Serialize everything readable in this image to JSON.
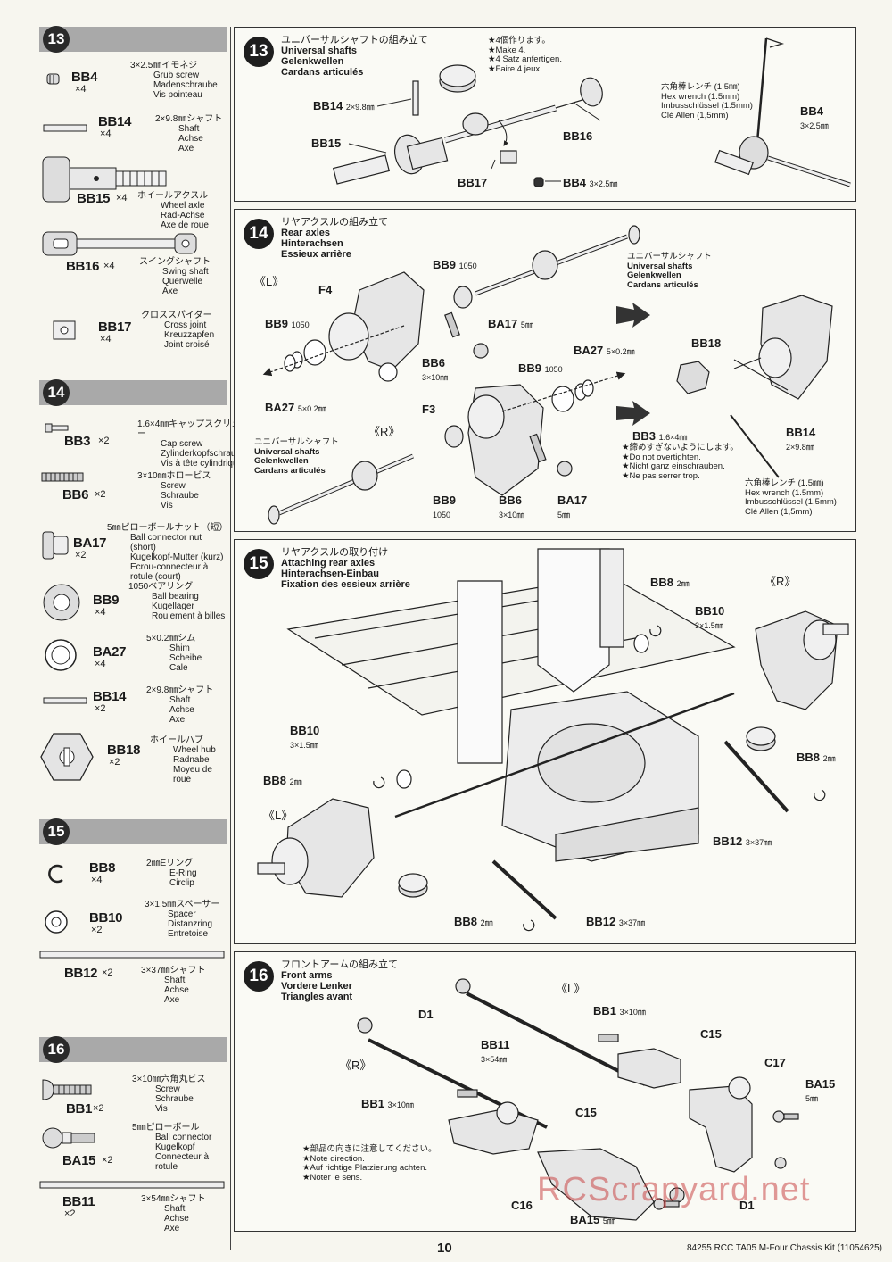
{
  "left_column": {
    "step13": {
      "number": "13",
      "parts": [
        {
          "code": "BB4",
          "qty": "×4",
          "jp": "3×2.5㎜イモネジ",
          "names": [
            "Grub screw",
            "Madenschraube",
            "Vis pointeau"
          ]
        },
        {
          "code": "BB14",
          "qty": "×4",
          "jp": "2×9.8㎜シャフト",
          "names": [
            "Shaft",
            "Achse",
            "Axe"
          ]
        },
        {
          "code": "BB15",
          "qty": "×4",
          "jp": "ホイールアクスル",
          "names": [
            "Wheel axle",
            "Rad-Achse",
            "Axe de roue"
          ]
        },
        {
          "code": "BB16",
          "qty": "×4",
          "jp": "スイングシャフト",
          "names": [
            "Swing shaft",
            "Querwelle",
            "Axe"
          ]
        },
        {
          "code": "BB17",
          "qty": "×4",
          "jp": "クロススパイダー",
          "names": [
            "Cross joint",
            "Kreuzzapfen",
            "Joint croisé"
          ]
        }
      ]
    },
    "step14": {
      "number": "14",
      "parts": [
        {
          "code": "BB3",
          "qty": "×2",
          "jp": "1.6×4㎜キャップスクリュー",
          "names": [
            "Cap screw",
            "Zylinderkopfschraube",
            "Vis à tête cylindrique"
          ]
        },
        {
          "code": "BB6",
          "qty": "×2",
          "jp": "3×10㎜ホロービス",
          "names": [
            "Screw",
            "Schraube",
            "Vis"
          ]
        },
        {
          "code": "BA17",
          "qty": "×2",
          "jp": "5㎜ピローボールナット（短）",
          "names": [
            "Ball connector nut (short)",
            "Kugelkopf-Mutter (kurz)",
            "Ecrou-connecteur à",
            "rotule (court)"
          ]
        },
        {
          "code": "BB9",
          "qty": "×4",
          "jp": "1050ベアリング",
          "names": [
            "Ball bearing",
            "Kugellager",
            "Roulement à billes"
          ]
        },
        {
          "code": "BA27",
          "qty": "×4",
          "jp": "5×0.2㎜シム",
          "names": [
            "Shim",
            "Scheibe",
            "Cale"
          ]
        },
        {
          "code": "BB14",
          "qty": "×2",
          "jp": "2×9.8㎜シャフト",
          "names": [
            "Shaft",
            "Achse",
            "Axe"
          ]
        },
        {
          "code": "BB18",
          "qty": "×2",
          "jp": "ホイールハブ",
          "names": [
            "Wheel hub",
            "Radnabe",
            "Moyeu de roue"
          ]
        }
      ]
    },
    "step15": {
      "number": "15",
      "parts": [
        {
          "code": "BB8",
          "qty": "×4",
          "jp": "2㎜Eリング",
          "names": [
            "E-Ring",
            "Circlip"
          ]
        },
        {
          "code": "BB10",
          "qty": "×2",
          "jp": "3×1.5㎜スペーサー",
          "names": [
            "Spacer",
            "Distanzring",
            "Entretoise"
          ]
        },
        {
          "code": "BB12",
          "qty": "×2",
          "jp": "3×37㎜シャフト",
          "names": [
            "Shaft",
            "Achse",
            "Axe"
          ]
        }
      ]
    },
    "step16": {
      "number": "16",
      "parts": [
        {
          "code": "BB1",
          "qty": "×2",
          "jp": "3×10㎜六角丸ビス",
          "names": [
            "Screw",
            "Schraube",
            "Vis"
          ]
        },
        {
          "code": "BA15",
          "qty": "×2",
          "jp": "5㎜ピローボール",
          "names": [
            "Ball connector",
            "Kugelkopf",
            "Connecteur à rotule"
          ]
        },
        {
          "code": "BB11",
          "qty": "×2",
          "jp": "3×54㎜シャフト",
          "names": [
            "Shaft",
            "Achse",
            "Axe"
          ]
        }
      ]
    }
  },
  "box13": {
    "number": "13",
    "title_jp": "ユニバーサルシャフトの組み立て",
    "title_lines": [
      "Universal shafts",
      "Gelenkwellen",
      "Cardans articulés"
    ],
    "make_note": [
      "★4個作ります。",
      "★Make 4.",
      "★4 Satz anfertigen.",
      "★Faire 4 jeux."
    ],
    "wrench_note": [
      "六角棒レンチ (1.5㎜)",
      "Hex wrench (1.5mm)",
      "Imbusschlüssel (1.5mm)",
      "Clé Allen (1,5mm)"
    ],
    "labels": {
      "bb14": "BB14",
      "bb14_size": "2×9.8㎜",
      "bb15": "BB15",
      "bb16": "BB16",
      "bb17": "BB17",
      "bb4": "BB4",
      "bb4_size": "3×2.5㎜",
      "bb4b": "BB4",
      "bb4b_size": "3×2.5㎜"
    }
  },
  "box14": {
    "number": "14",
    "title_jp": "リヤアクスルの組み立て",
    "title_lines": [
      "Rear axles",
      "Hinterachsen",
      "Essieux arrière"
    ],
    "left_mark": "《L》",
    "right_mark": "《R》",
    "us_jp": "ユニバーサルシャフト",
    "us_lines": [
      "Universal shafts",
      "Gelenkwellen",
      "Cardans articulés"
    ],
    "labels": {
      "bb9a": "BB9",
      "bb9a_size": "1050",
      "f4": "F4",
      "bb9b": "BB9",
      "bb9b_size": "1050",
      "ba17a": "BA17",
      "ba17a_size": "5㎜",
      "bb6a": "BB6",
      "bb6a_size": "3×10㎜",
      "ba27a": "BA27",
      "ba27a_size": "5×0.2㎜",
      "bb9c": "BB9",
      "bb9c_size": "1050",
      "ba27b": "BA27",
      "ba27b_size": "5×0.2㎜",
      "f3": "F3",
      "bb9d": "BB9",
      "bb9d_size": "1050",
      "bb6b": "BB6",
      "bb6b_size": "3×10㎜",
      "ba17b": "BA17",
      "ba17b_size": "5㎜",
      "bb18": "BB18",
      "bb3": "BB3",
      "bb3_size": "1.6×4㎜",
      "bb14": "BB14",
      "bb14_size": "2×9.8㎜"
    },
    "overtighten_note": [
      "★締めすぎないようにします。",
      "★Do not overtighten.",
      "★Nicht ganz einschrauben.",
      "★Ne pas serrer trop."
    ],
    "wrench_note": [
      "六角棒レンチ (1.5㎜)",
      "Hex wrench (1.5mm)",
      "Imbusschlüssel (1,5mm)",
      "Clé Allen (1,5mm)"
    ]
  },
  "box15": {
    "number": "15",
    "title_jp": "リヤアクスルの取り付け",
    "title_lines": [
      "Attaching rear axles",
      "Hinterachsen-Einbau",
      "Fixation des essieux arrière"
    ],
    "right_mark": "《R》",
    "left_mark": "《L》",
    "labels": {
      "bb8a": "BB8",
      "bb8a_size": "2㎜",
      "bb10a": "BB10",
      "bb10a_size": "3×1.5㎜",
      "bb10b": "BB10",
      "bb10b_size": "3×1.5㎜",
      "bb8b": "BB8",
      "bb8b_size": "2㎜",
      "bb8c": "BB8",
      "bb8c_size": "2㎜",
      "bb12a": "BB12",
      "bb12a_size": "3×37㎜",
      "bb8d": "BB8",
      "bb8d_size": "2㎜",
      "bb12b": "BB12",
      "bb12b_size": "3×37㎜"
    }
  },
  "box16": {
    "number": "16",
    "title_jp": "フロントアームの組み立て",
    "title_lines": [
      "Front arms",
      "Vordere Lenker",
      "Triangles avant"
    ],
    "left_mark": "《L》",
    "right_mark": "《R》",
    "labels": {
      "d1a": "D1",
      "bb1a": "BB1",
      "bb1a_size": "3×10㎜",
      "bb11": "BB11",
      "bb11_size": "3×54㎜",
      "c15a": "C15",
      "c17": "C17",
      "ba15a": "BA15",
      "ba15a_size": "5㎜",
      "bb1b": "BB1",
      "bb1b_size": "3×10㎜",
      "c15b": "C15",
      "c16": "C16",
      "d1b": "D1",
      "ba15b": "BA15",
      "ba15b_size": "5㎜"
    },
    "direction_note": [
      "★部品の向きに注意してください。",
      "★Note direction.",
      "★Auf richtige Platzierung achten.",
      "★Noter le sens."
    ]
  },
  "footer": {
    "page": "10",
    "code": "84255  RCC TA05 M-Four Chassis Kit (11054625)"
  },
  "watermark": "RCScrapyard.net"
}
